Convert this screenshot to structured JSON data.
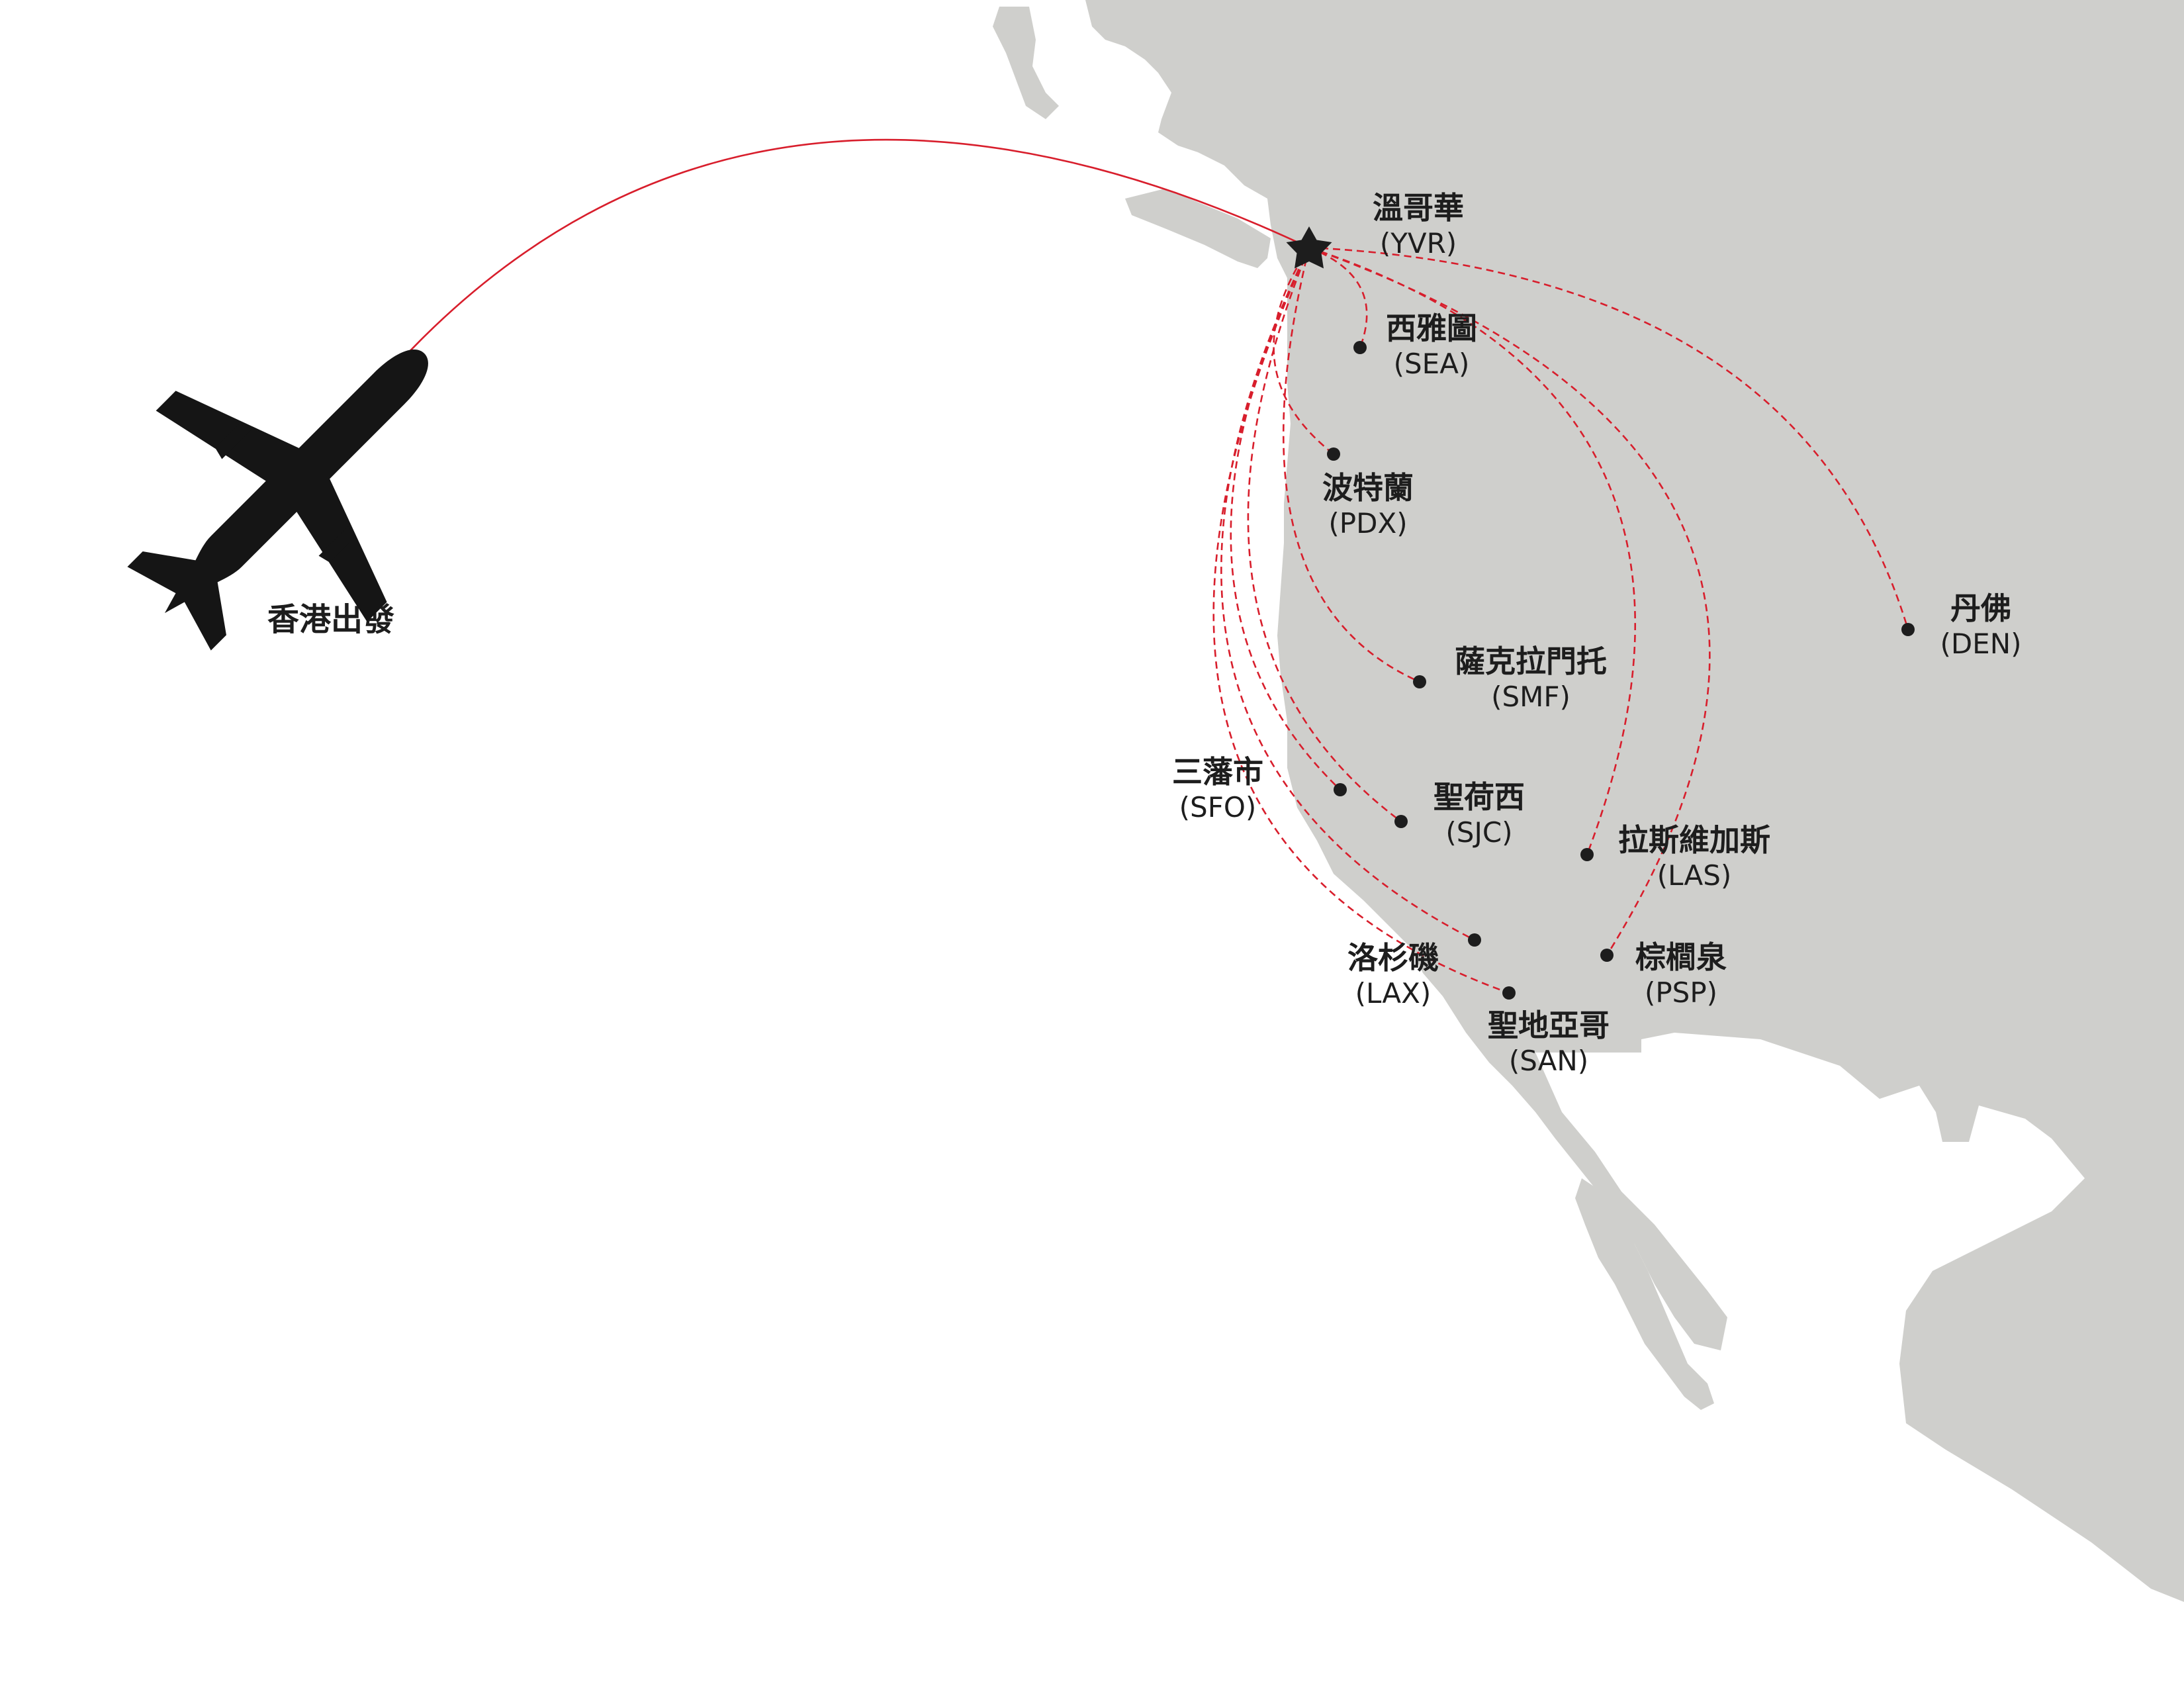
{
  "map": {
    "colors": {
      "land": "#cfcfcc",
      "route": "#d81e2c",
      "text": "#1d1d1d"
    },
    "origin": {
      "label": "香港出發",
      "icon": "airplane-icon"
    },
    "hub": {
      "name": "溫哥華",
      "code": "(YVR)",
      "icon": "star-icon"
    },
    "destinations": [
      {
        "id": "sea",
        "name": "西雅圖",
        "code": "(SEA)"
      },
      {
        "id": "pdx",
        "name": "波特蘭",
        "code": "(PDX)"
      },
      {
        "id": "smf",
        "name": "薩克拉門托",
        "code": "(SMF)"
      },
      {
        "id": "sfo",
        "name": "三藩市",
        "code": "(SFO)"
      },
      {
        "id": "sjc",
        "name": "聖荷西",
        "code": "(SJC)"
      },
      {
        "id": "las",
        "name": "拉斯維加斯",
        "code": "(LAS)"
      },
      {
        "id": "lax",
        "name": "洛杉磯",
        "code": "(LAX)"
      },
      {
        "id": "psp",
        "name": "棕櫚泉",
        "code": "(PSP)"
      },
      {
        "id": "san",
        "name": "聖地亞哥",
        "code": "(SAN)"
      },
      {
        "id": "den",
        "name": "丹佛",
        "code": "(DEN)"
      }
    ]
  }
}
